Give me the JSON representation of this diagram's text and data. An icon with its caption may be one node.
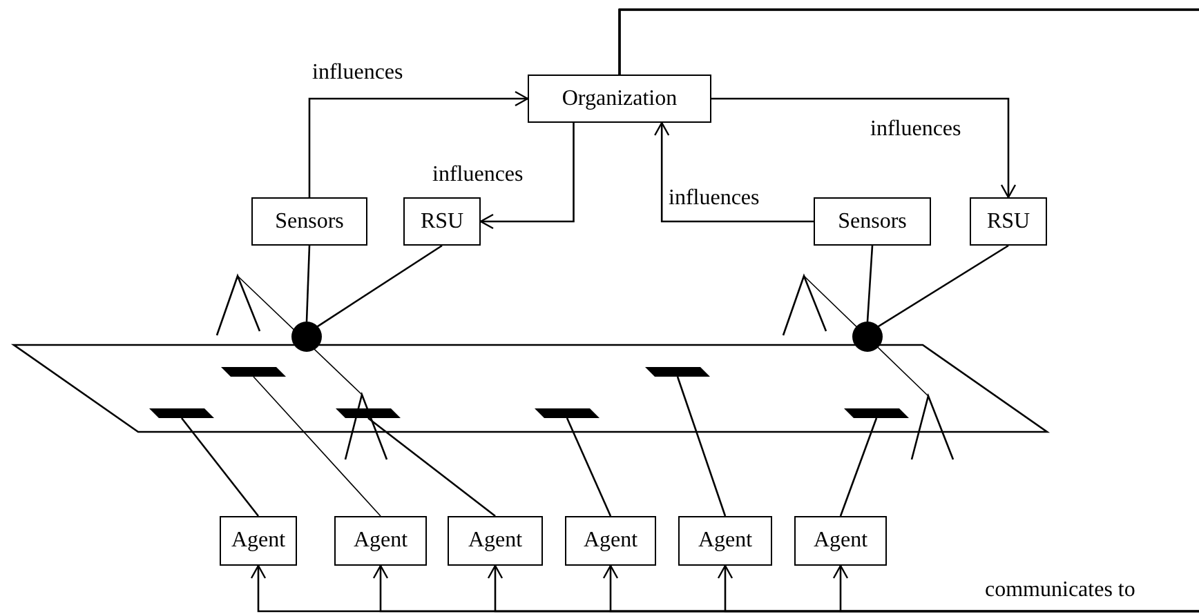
{
  "diagram": {
    "nodes": [
      {
        "text": [
          "Organization"
        ]
      },
      {
        "text": [
          "Sensors"
        ]
      },
      {
        "text": [
          "RSU"
        ]
      },
      {
        "text": [
          "Sensors"
        ]
      },
      {
        "text": [
          "RSU"
        ]
      },
      {
        "text": [],
        "shape": "circle"
      },
      {
        "text": [],
        "shape": "circle"
      },
      {
        "text": [],
        "shape": "bar"
      },
      {
        "text": [],
        "shape": "bar"
      },
      {
        "text": [],
        "shape": "bar"
      },
      {
        "text": [],
        "shape": "bar"
      },
      {
        "text": [],
        "shape": "bar"
      },
      {
        "text": [],
        "shape": "bar"
      },
      {
        "text": [
          "Agent"
        ]
      },
      {
        "text": [
          "Agent"
        ]
      },
      {
        "text": [
          "Agent"
        ]
      },
      {
        "text": [
          "Agent"
        ]
      },
      {
        "text": [
          "Agent"
        ]
      },
      {
        "text": [
          "Agent"
        ]
      }
    ],
    "edges": [
      {
        "from": 1,
        "to": 0,
        "arrow": "to",
        "label": "influences"
      },
      {
        "from": 0,
        "to": 2,
        "arrow": "to",
        "label": "influences"
      },
      {
        "from": 3,
        "to": 0,
        "arrow": "to",
        "label": "influences"
      },
      {
        "from": 0,
        "to": 4,
        "arrow": "to",
        "label": "influences"
      },
      {
        "from": 1,
        "to": 5,
        "arrow": "none"
      },
      {
        "from": 2,
        "to": 5,
        "arrow": "none"
      },
      {
        "from": 3,
        "to": 6,
        "arrow": "none"
      },
      {
        "from": 4,
        "to": 6,
        "arrow": "none"
      },
      {
        "from": 13,
        "to": 7,
        "arrow": "none"
      },
      {
        "from": 14,
        "to": 8,
        "arrow": "none"
      },
      {
        "from": 15,
        "to": 9,
        "arrow": "none"
      },
      {
        "from": 16,
        "to": 10,
        "arrow": "none"
      },
      {
        "from": 17,
        "to": 11,
        "arrow": "none"
      },
      {
        "from": 18,
        "to": 12,
        "arrow": "none"
      },
      {
        "from": 0,
        "to": 13,
        "arrow": "to",
        "label": "communicates to"
      },
      {
        "from": 0,
        "to": 14,
        "arrow": "to"
      },
      {
        "from": 0,
        "to": 15,
        "arrow": "to"
      },
      {
        "from": 0,
        "to": 16,
        "arrow": "to"
      },
      {
        "from": 0,
        "to": 17,
        "arrow": "to"
      },
      {
        "from": 0,
        "to": 18,
        "arrow": "to"
      }
    ]
  }
}
